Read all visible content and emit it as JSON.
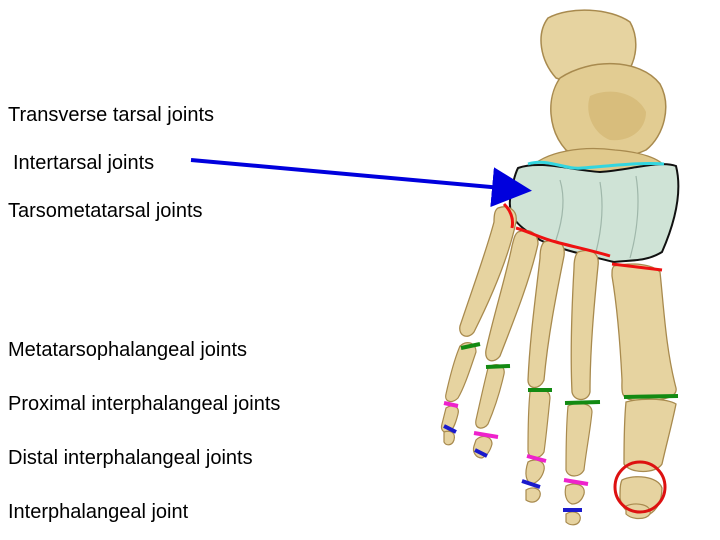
{
  "labels": {
    "transverse_tarsal": "Transverse tarsal joints",
    "intertarsal": "Intertarsal joints",
    "tarsometatarsal": "Tarsometatarsal joints",
    "metatarsophalangeal": "Metatarsophalangeal joints",
    "proximal_interphalangeal": "Proximal interphalangeal joints",
    "distal_interphalangeal": "Distal interphalangeal joints",
    "interphalangeal": "Interphalangeal joint"
  },
  "colors": {
    "bone": "#e6d3a0",
    "bone_outline": "#a88a4e",
    "intertarsal_fill": "#cfe3d6",
    "arrow": "#0000dd",
    "transverse_tarsal_line": "#33d6e0",
    "tarsometatarsal_line": "#ee1111",
    "metatarsophalangeal_line": "#138a13",
    "proximal_interphalangeal_line": "#ee22cc",
    "distal_interphalangeal_line": "#1a1acc",
    "interphalangeal_circle": "#dd1111"
  }
}
